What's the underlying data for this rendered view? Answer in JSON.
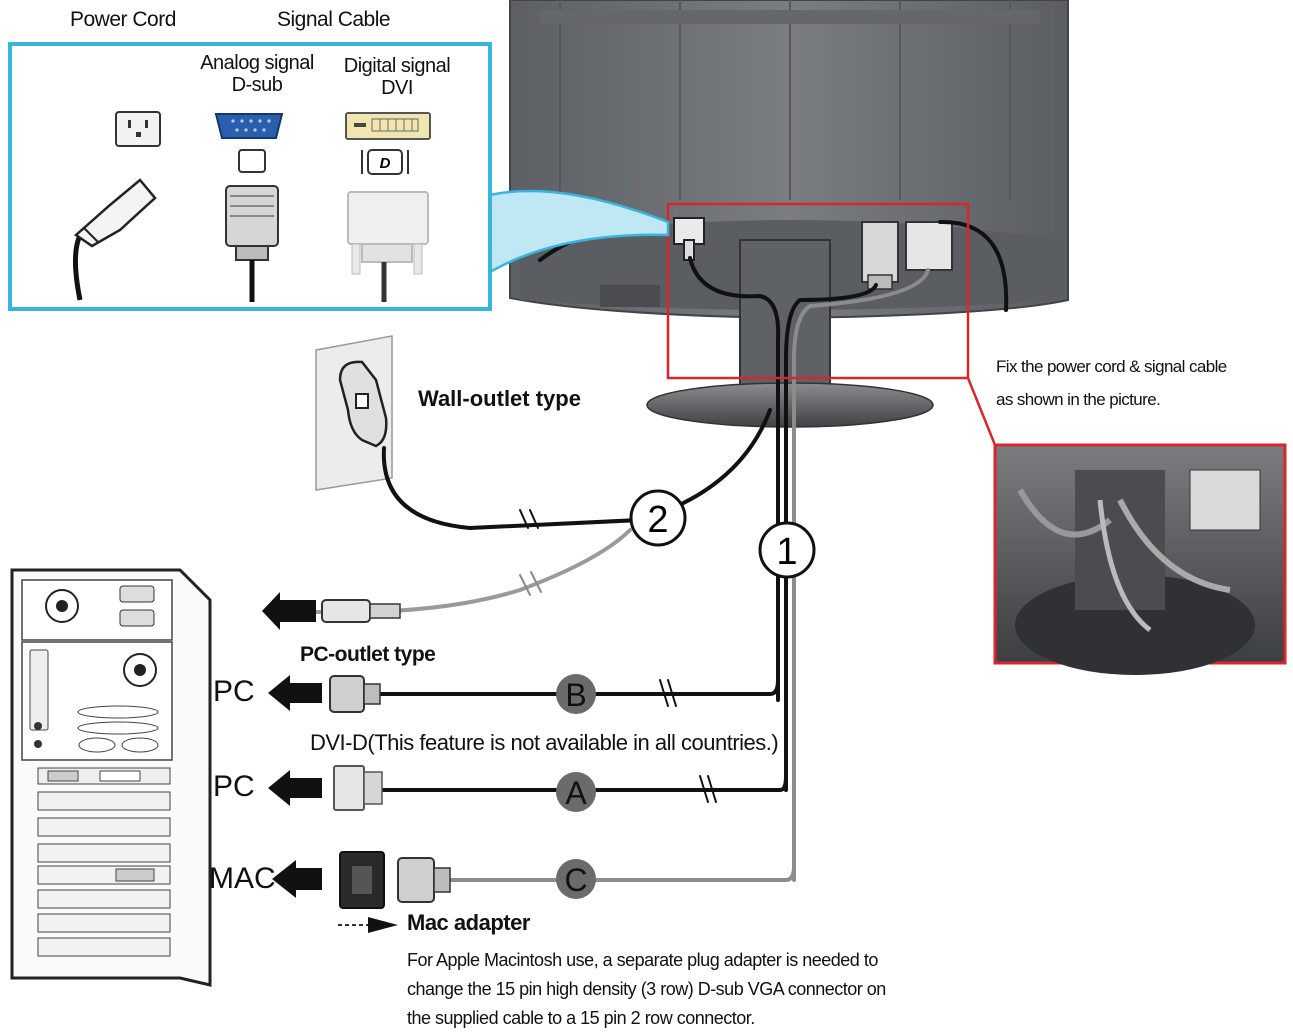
{
  "header": {
    "power_cord": "Power Cord",
    "signal_cable": "Signal Cable",
    "analog_line1": "Analog signal",
    "analog_line2": "D-sub",
    "digital_line1": "Digital signal",
    "digital_line2": "DVI"
  },
  "fix_note": {
    "line1": "Fix the power cord & signal cable",
    "line2": "as shown in the picture."
  },
  "labels": {
    "wall_outlet": "Wall-outlet type",
    "pc_outlet": "PC-outlet type",
    "dvi_note": "DVI-D(This feature is not available in all countries.)",
    "pc_b": "PC",
    "pc_a": "PC",
    "mac": "MAC"
  },
  "markers": {
    "one": "1",
    "two": "2",
    "a": "A",
    "b": "B",
    "c": "C"
  },
  "mac_adapter": {
    "title": "Mac adapter",
    "line1": "For Apple Macintosh use, a  separate plug adapter is needed to",
    "line2": "change the 15 pin high density (3 row) D-sub VGA connector on",
    "line3": "the supplied cable to a 15 pin  2 row connector."
  },
  "colors": {
    "inset_border": "#3ab4dc",
    "highlight_border": "#d8262c",
    "monitor_body": "#6c6f73",
    "cable_black": "#1a1a1a",
    "cable_grey": "#9a9a9a",
    "vga_blue": "#2a5fb0"
  }
}
